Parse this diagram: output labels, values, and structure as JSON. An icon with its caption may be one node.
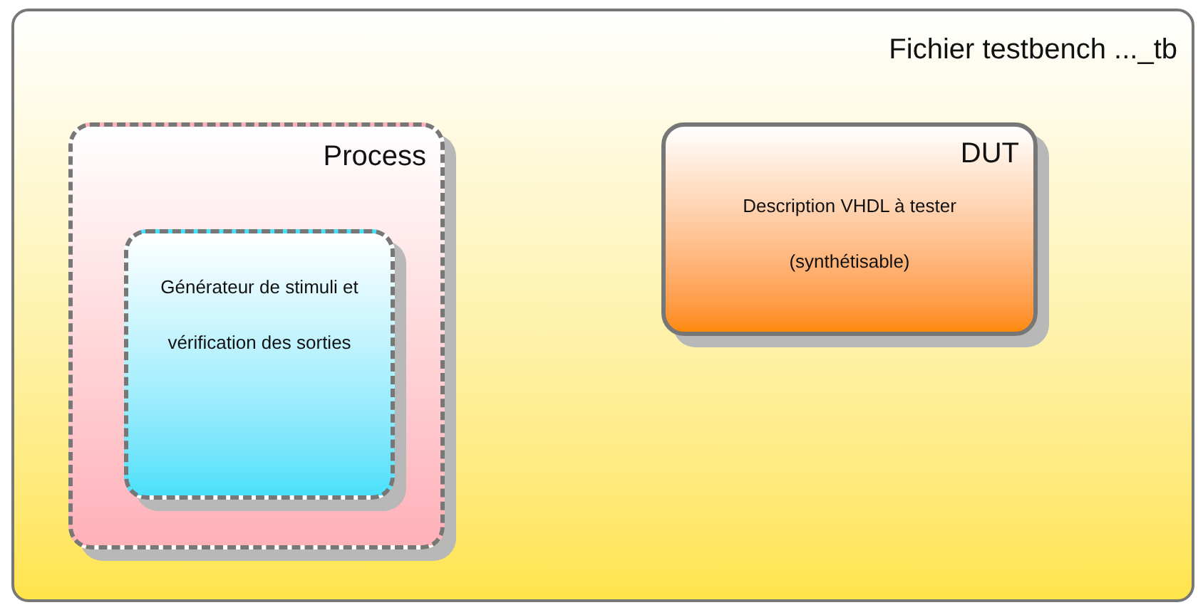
{
  "diagram": {
    "nodes": [
      {
        "text": [
          "Fichier testbench ..._tb"
        ]
      },
      {
        "text": [
          "Process"
        ],
        "in": 0
      },
      {
        "text": [
          "Générateur de stimuli et vérification des sorties"
        ],
        "in": 1
      },
      {
        "text": [
          "DUT",
          "Description VHDL à tester (synthétisable)"
        ],
        "in": 0
      }
    ]
  }
}
